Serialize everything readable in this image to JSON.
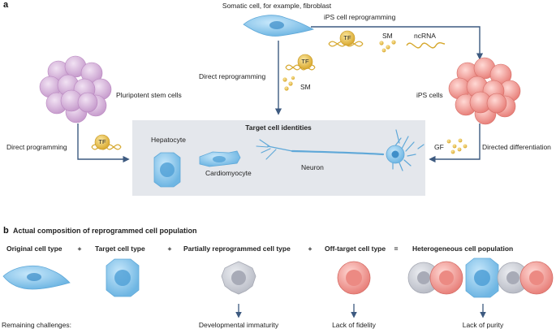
{
  "panel_a": {
    "label": "a",
    "somatic_cell": "Somatic cell, for example, fibroblast",
    "ips_reprogramming": "iPS cell reprogramming",
    "tf": "TF",
    "sm": "SM",
    "ncrna": "ncRNA",
    "direct_reprogramming": "Direct reprogramming",
    "pluripotent": "Pluripotent stem cells",
    "ips_cells": "iPS cells",
    "direct_programming": "Direct programming",
    "gf": "GF",
    "directed_differentiation": "Directed differentiation",
    "target_title": "Target cell identities",
    "hepatocyte": "Hepatocyte",
    "cardiomyocyte": "Cardiomyocyte",
    "neuron": "Neuron"
  },
  "panel_b": {
    "label": "b",
    "title": "Actual composition of reprogrammed cell population",
    "terms": [
      "Original cell type",
      "Target cell type",
      "Partially reprogrammed cell type",
      "Off-target cell type",
      "Heterogeneous cell population"
    ],
    "operators": [
      "+",
      "+",
      "+",
      "="
    ],
    "remaining": "Remaining challenges:",
    "challenges": [
      "Developmental immaturity",
      "Lack of fidelity",
      "Lack of purity"
    ]
  },
  "colors": {
    "arrow": "#3d5a80",
    "fibroblast": "#74b8e0",
    "pluripotent": "#d8b6dd",
    "ips": "#f2a09b",
    "target_panel": "#e4e7ec",
    "tf_gold": "#e8c24a",
    "gray_cell": "#c9ccd4"
  }
}
